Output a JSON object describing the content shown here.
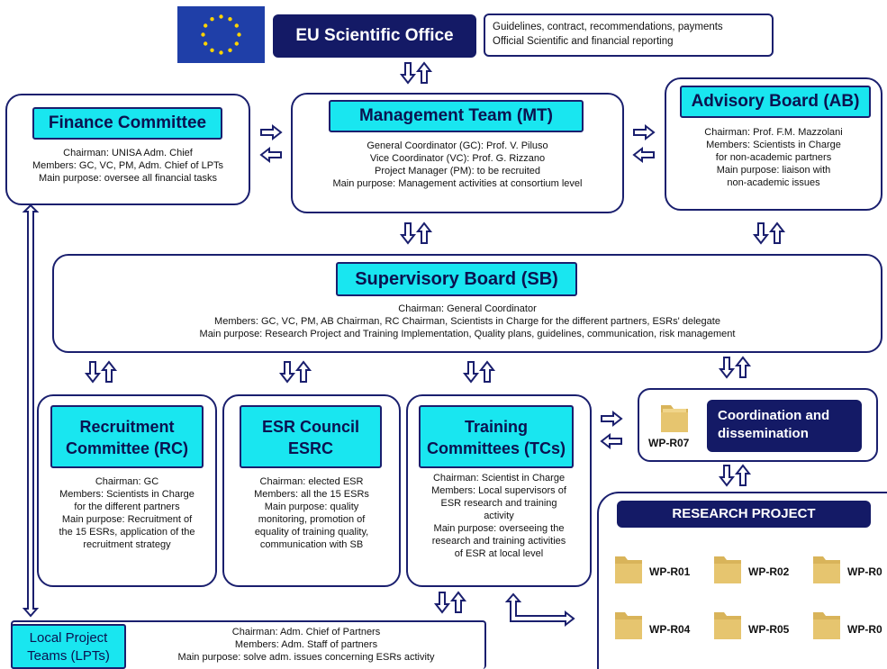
{
  "eu_office": {
    "title": "EU Scientific Office",
    "note_lines": [
      "Guidelines, contract, recommendations, payments",
      "Official Scientific and financial reporting"
    ]
  },
  "finance": {
    "title": "Finance Committee",
    "lines": [
      "Chairman: UNISA Adm. Chief",
      "Members: GC, VC, PM,  Adm. Chief of LPTs",
      "Main purpose: oversee all financial tasks"
    ]
  },
  "management": {
    "title": "Management Team (MT)",
    "lines": [
      "General Coordinator (GC): Prof. V. Piluso",
      "Vice Coordinator (VC): Prof. G. Rizzano",
      "Project Manager (PM):  to be recruited",
      "Main purpose: Management activities at consortium level"
    ]
  },
  "advisory": {
    "title": "Advisory Board (AB)",
    "lines": [
      "Chairman: Prof. F.M. Mazzolani",
      "Members: Scientists in Charge",
      "for non-academic partners",
      "Main purpose: liaison with",
      "non-academic issues"
    ]
  },
  "supervisory": {
    "title": "Supervisory Board (SB)",
    "lines": [
      "Chairman: General Coordinator",
      "Members: GC, VC, PM, AB Chairman, RC Chairman, Scientists in Charge for the different partners, ESRs' delegate",
      "Main purpose: Research Project and Training Implementation, Quality plans, guidelines, communication, risk management"
    ]
  },
  "recruitment": {
    "title_lines": [
      "Recruitment",
      "Committee (RC)"
    ],
    "lines": [
      "Chairman: GC",
      "Members: Scientists in Charge",
      "for the different partners",
      "Main purpose: Recruitment of",
      "the 15 ESRs, application of the",
      "recruitment strategy"
    ]
  },
  "esr_council": {
    "title_lines": [
      "ESR Council",
      "ESRC"
    ],
    "lines": [
      "Chairman: elected ESR",
      "Members: all the 15 ESRs",
      "Main purpose: quality",
      "monitoring, promotion of",
      "equality of training quality,",
      "communication with SB"
    ]
  },
  "training": {
    "title_lines": [
      "Training",
      "Committees (TCs)"
    ],
    "lines": [
      "Chairman: Scientist in Charge",
      "Members: Local supervisors of",
      "ESR research and training",
      "activity",
      "Main purpose: overseeing the",
      "research and training activities",
      "of ESR at local level"
    ]
  },
  "coordination": {
    "title_lines": [
      "Coordination and",
      "dissemination"
    ],
    "wp": "WP-R07"
  },
  "research": {
    "title": "RESEARCH PROJECT",
    "wps": [
      "WP-R01",
      "WP-R02",
      "WP-R0",
      "WP-R04",
      "WP-R05",
      "WP-R0"
    ]
  },
  "lpt": {
    "title_lines": [
      "Local Project",
      "Teams (LPTs)"
    ],
    "lines": [
      "Chairman: Adm. Chief of Partners",
      "Members: Adm. Staff of partners",
      "Main purpose: solve adm. issues concerning ESRs activity"
    ]
  },
  "colors": {
    "navy": "#141a66",
    "cyan": "#19e6f0",
    "eu_blue": "#1f3fa8",
    "eu_star": "#ffd400",
    "folder": "#e6c56f"
  }
}
